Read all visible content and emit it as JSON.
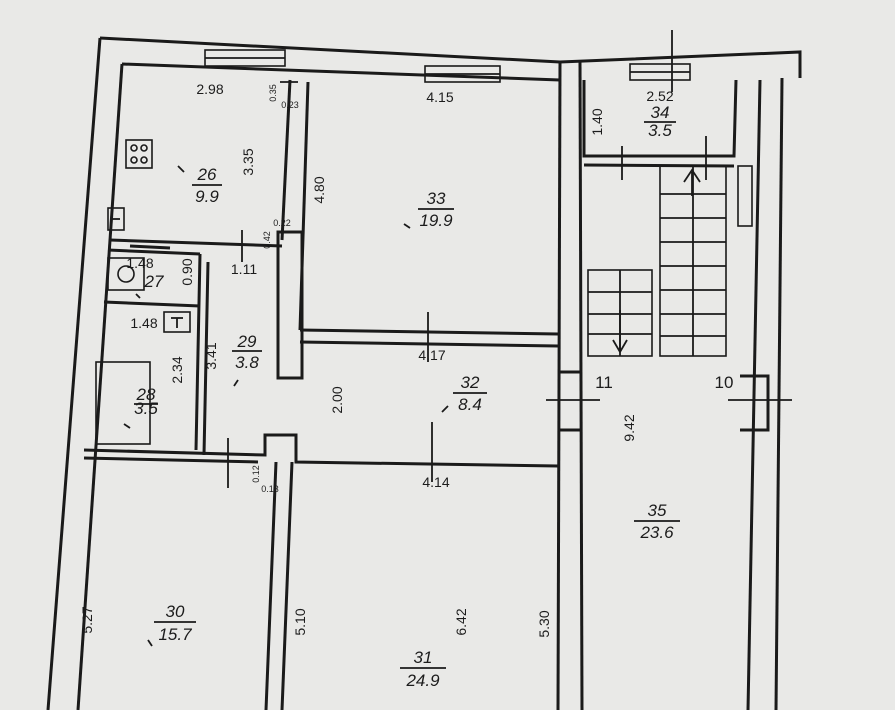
{
  "colors": {
    "paper": "#e9e9e7",
    "ink": "#1a1a1a"
  },
  "rooms": [
    {
      "number": "26",
      "area": "9.9"
    },
    {
      "number": "27",
      "area": ""
    },
    {
      "number": "28",
      "area": "3.5"
    },
    {
      "number": "29",
      "area": "3.8"
    },
    {
      "number": "30",
      "area": "15.7"
    },
    {
      "number": "31",
      "area": "24.9"
    },
    {
      "number": "32",
      "area": "8.4"
    },
    {
      "number": "33",
      "area": "19.9"
    },
    {
      "number": "34",
      "area": "3.5"
    },
    {
      "number": "35",
      "area": "23.6"
    }
  ],
  "dimensions": {
    "d298": "2.98",
    "d415": "4.15",
    "d252": "2.52",
    "d140": "1.40",
    "d335": "3.35",
    "d480": "4.80",
    "d148a": "1.48",
    "d090": "0.90",
    "d111": "1.11",
    "d148b": "1.48",
    "d234": "2.34",
    "d341": "3.41",
    "d417": "4.17",
    "d200": "2.00",
    "d414": "4.14",
    "d942": "9.42",
    "d527": "5.27",
    "d510": "5.10",
    "d642": "6.42",
    "d530": "5.30",
    "d035": "0.35",
    "d023a": "0.23",
    "d022": "0.22",
    "d042": "0.42",
    "d012": "0.12",
    "d013": "0.13"
  },
  "axes": {
    "a11": "11",
    "a10": "10"
  }
}
